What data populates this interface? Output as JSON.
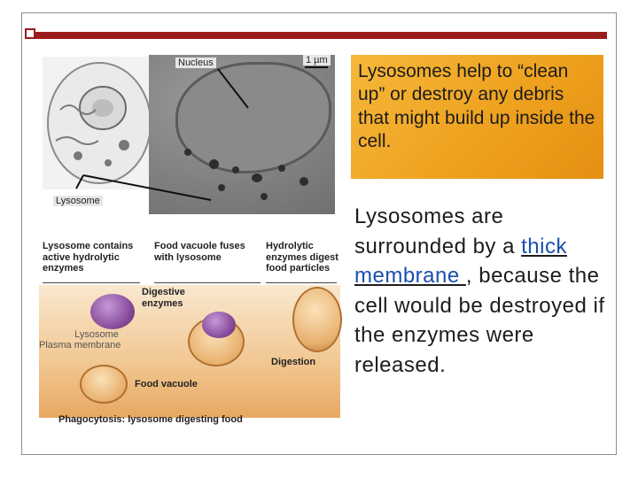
{
  "callout": {
    "text": "Lysosomes help to “clean up” or destroy any debris that might build up inside the cell."
  },
  "body": {
    "part1": "Lysosomes are surrounded by a ",
    "blank": "thick membrane ",
    "part2": ", because the cell would be destroyed if the enzymes were released."
  },
  "micrograph": {
    "nucleus_label": "Nucleus",
    "scale_label": "1 µm",
    "lysosome_label": "Lysosome"
  },
  "diagram": {
    "label_lysosome_contains": "Lysosome contains active hydrolytic enzymes",
    "label_food_vacuole_fuses": "Food vacuole fuses with lysosome",
    "label_hydrolytic": "Hydrolytic enzymes digest food particles",
    "label_digestive": "Digestive enzymes",
    "label_lysosome": "Lysosome",
    "label_plasma_membrane": "Plasma membrane",
    "label_digestion": "Digestion",
    "label_food_vacuole": "Food vacuole",
    "caption": "Phagocytosis: lysosome digesting food"
  },
  "colors": {
    "accent_red": "#9b1c1c",
    "callout_orange": "#eea21f",
    "blank_blue": "#1a4fae"
  }
}
